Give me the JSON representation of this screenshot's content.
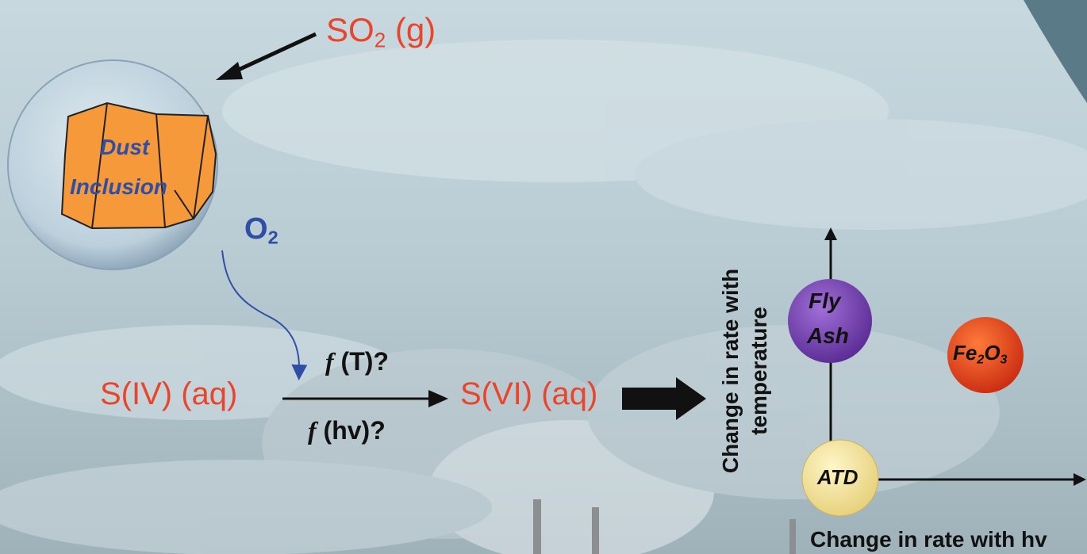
{
  "colors": {
    "species_text": "#e8452c",
    "oxygen_text": "#2f4fa6",
    "dust_fill": "#f5993a",
    "fly_ash_fill": "#7a3fb8",
    "fe2o3_fill": "#e23a1a",
    "atd_fill": "#f5e39a",
    "arrow": "#111111"
  },
  "so2": {
    "main": "SO",
    "sub": "2",
    "tail": " (g)"
  },
  "o2": {
    "main": "O",
    "sub": "2"
  },
  "dust": {
    "line1": "Dust",
    "line2": "Inclusion"
  },
  "reaction": {
    "reactant": "S(IV) (aq)",
    "product": "S(VI) (aq)",
    "cond_top_f": "f",
    "cond_top_rest": " (T)?",
    "cond_bottom_f": "f",
    "cond_bottom_rest": " (hv)?"
  },
  "plot": {
    "y_axis_line1": "Change in rate with",
    "y_axis_line2": "temperature",
    "x_axis": "Change in rate with hv",
    "fly_ash_line1": "Fly",
    "fly_ash_line2": "Ash",
    "fe2o3_main": "Fe",
    "fe2o3_sub1": "2",
    "fe2o3_mid": "O",
    "fe2o3_sub2": "3",
    "atd": "ATD"
  }
}
